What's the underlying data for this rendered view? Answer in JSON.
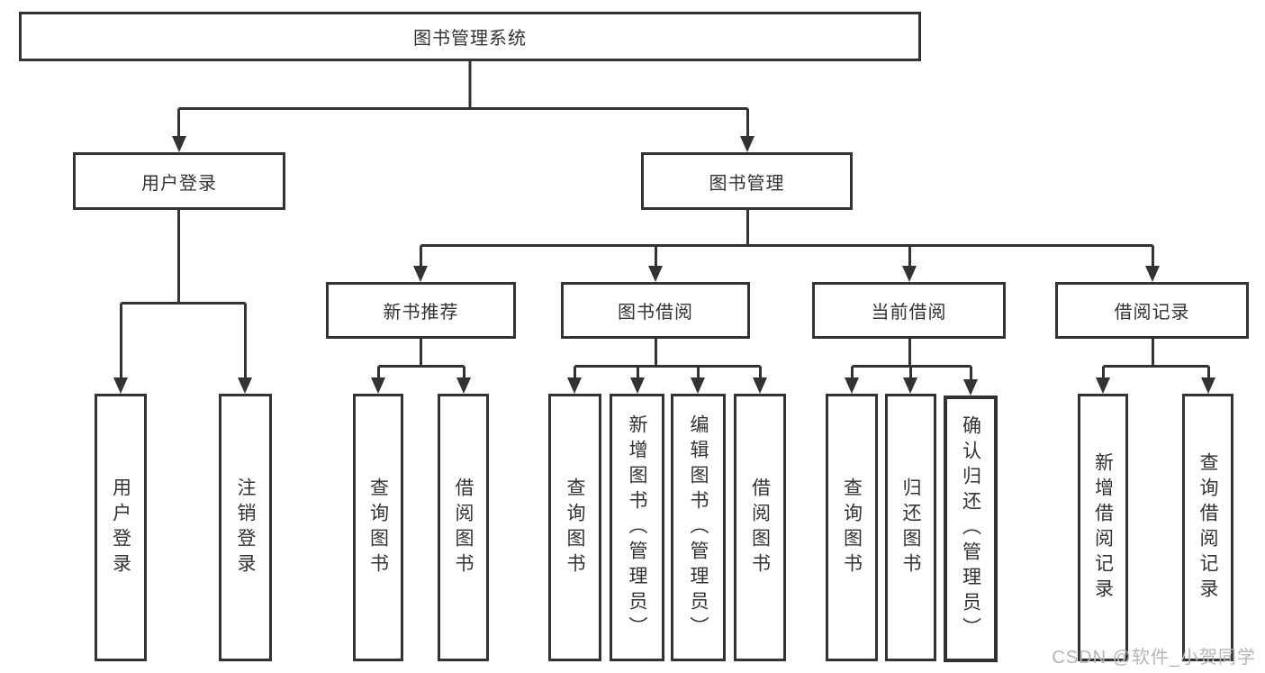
{
  "diagram": {
    "title": "图书管理系统",
    "branches": [
      {
        "label": "用户登录",
        "children": [
          "用户登录",
          "注销登录"
        ]
      },
      {
        "label": "图书管理",
        "children": [
          {
            "label": "新书推荐",
            "children": [
              "查询图书",
              "借阅图书"
            ]
          },
          {
            "label": "图书借阅",
            "children": [
              "查询图书",
              "新增图书（管理员）",
              "编辑图书（管理员）",
              "借阅图书"
            ]
          },
          {
            "label": "当前借阅",
            "children": [
              "查询图书",
              "归还图书",
              "确认归还（管理员）"
            ]
          },
          {
            "label": "借阅记录",
            "children": [
              "新增借阅记录",
              "查询借阅记录"
            ]
          }
        ]
      }
    ]
  },
  "watermark": {
    "text": "CSDN @软件_小贺同学",
    "color": "#b5b5b5"
  },
  "colors": {
    "line": "#333333",
    "box_background": "#ffffff",
    "page_background": "#ffffff"
  }
}
